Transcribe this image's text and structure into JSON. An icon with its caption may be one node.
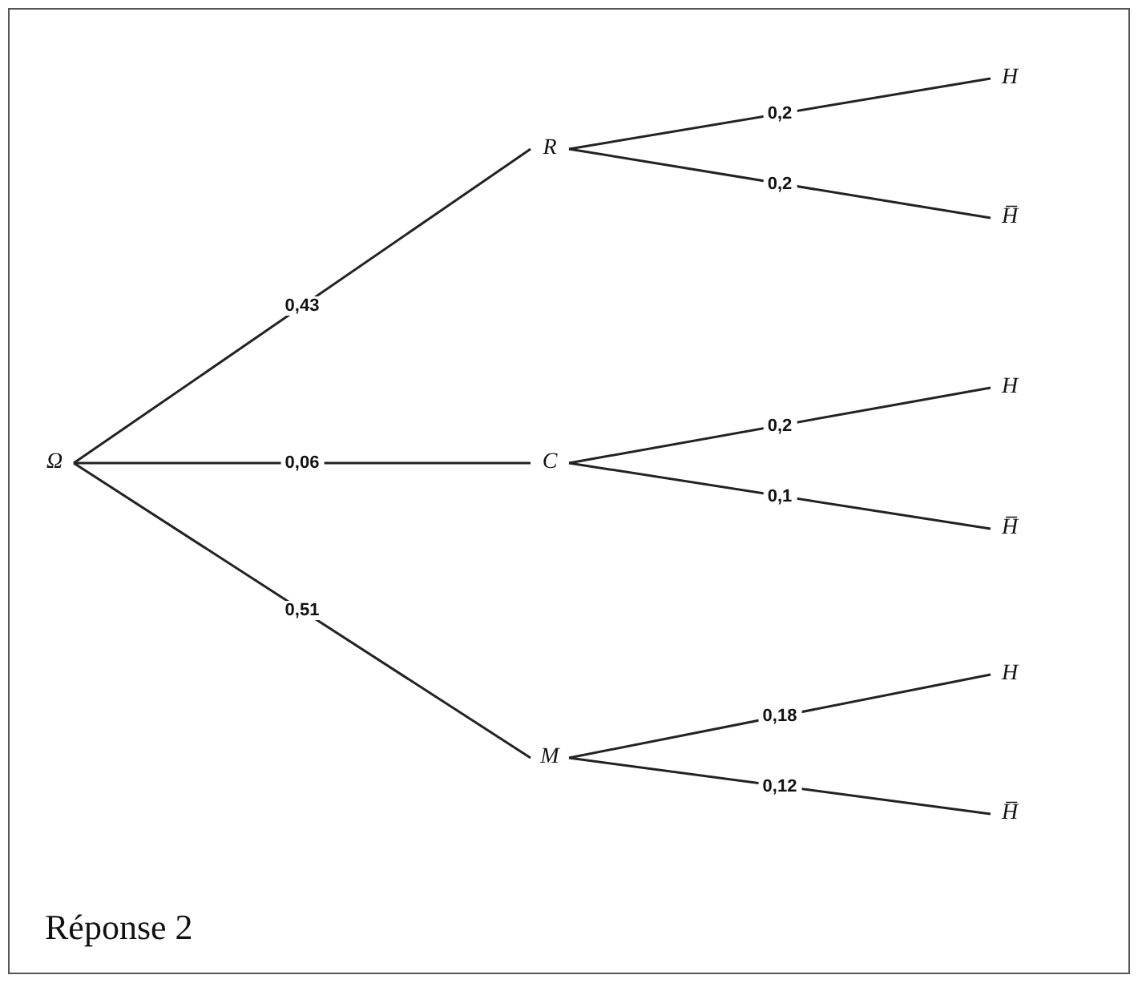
{
  "diagram": {
    "nodes": [
      {
        "text": [
          "Ω"
        ]
      },
      {
        "text": [
          "R"
        ]
      },
      {
        "text": [
          "C"
        ]
      },
      {
        "text": [
          "M"
        ]
      },
      {
        "text": [
          "H"
        ]
      },
      {
        "text": [
          "H̅"
        ]
      },
      {
        "text": [
          "H"
        ]
      },
      {
        "text": [
          "H̅"
        ]
      },
      {
        "text": [
          "H"
        ]
      },
      {
        "text": [
          "H̅"
        ]
      }
    ],
    "edges": [
      {
        "from": 0,
        "to": 1,
        "arrow": "none",
        "label": "0,43"
      },
      {
        "from": 0,
        "to": 2,
        "arrow": "none",
        "label": "0,06"
      },
      {
        "from": 0,
        "to": 3,
        "arrow": "none",
        "label": "0,51"
      },
      {
        "from": 1,
        "to": 4,
        "arrow": "none",
        "label": "0,2"
      },
      {
        "from": 1,
        "to": 5,
        "arrow": "none",
        "label": "0,2"
      },
      {
        "from": 2,
        "to": 6,
        "arrow": "none",
        "label": "0,2"
      },
      {
        "from": 2,
        "to": 7,
        "arrow": "none",
        "label": "0,1"
      },
      {
        "from": 3,
        "to": 8,
        "arrow": "none",
        "label": "0,18"
      },
      {
        "from": 3,
        "to": 9,
        "arrow": "none",
        "label": "0,12"
      }
    ],
    "labels": [
      "Réponse 2"
    ]
  }
}
